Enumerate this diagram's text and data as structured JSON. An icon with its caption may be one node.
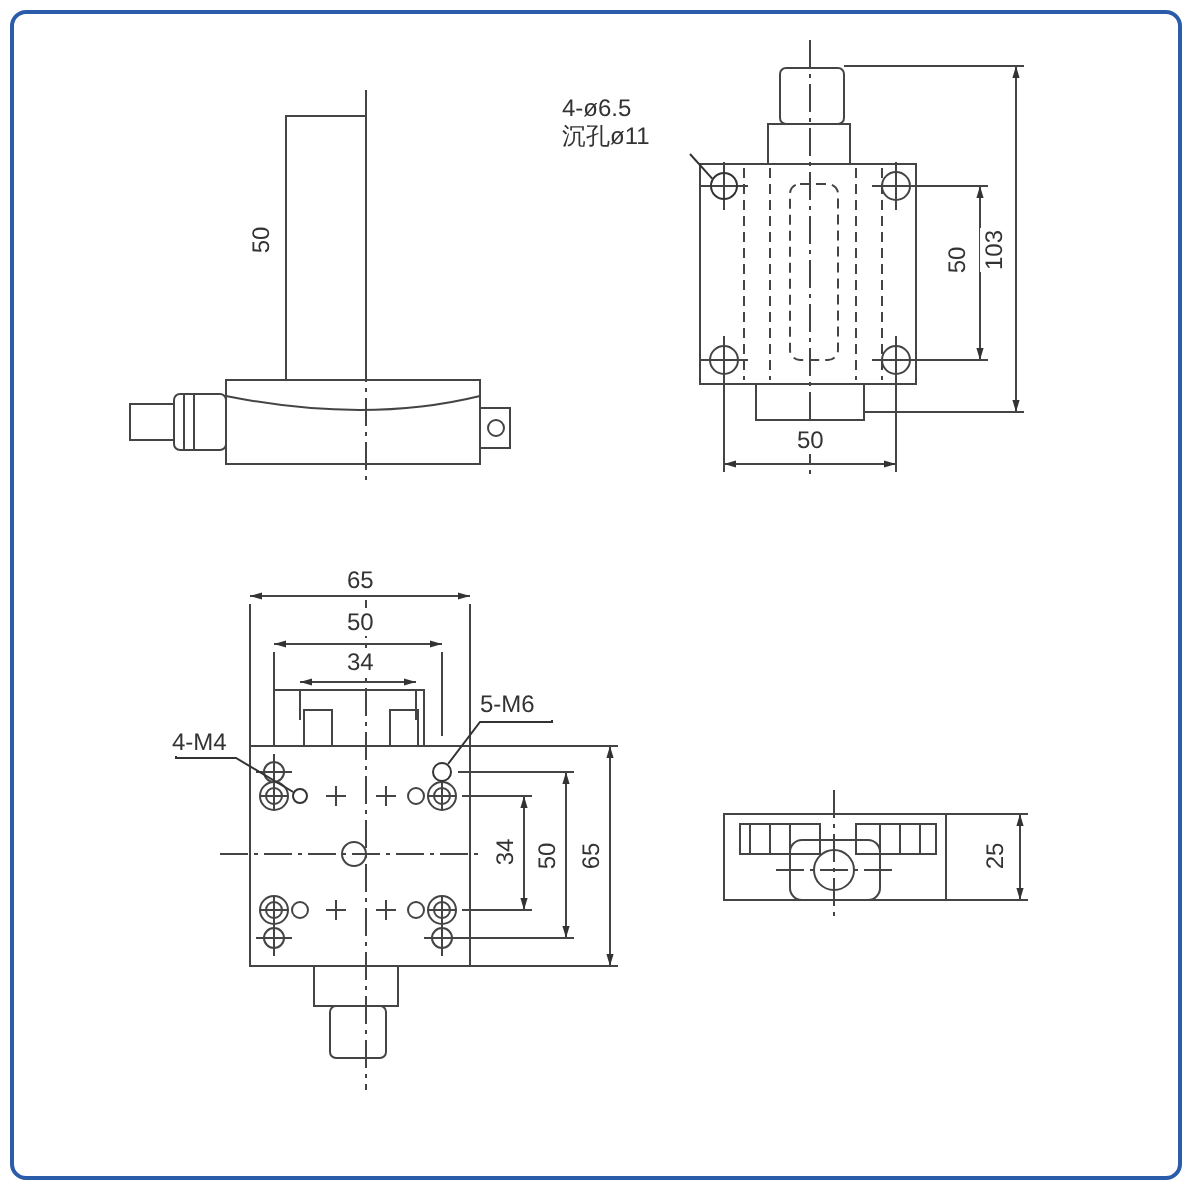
{
  "diagram": {
    "nodes": [
      {
        "text": [
          "4-ø6.5",
          "沉孔ø11"
        ]
      },
      {
        "text": [],
        "shape": "circle"
      },
      {
        "text": [
          "4-M4"
        ]
      },
      {
        "text": [],
        "shape": "circle"
      },
      {
        "text": [
          "5-M6"
        ]
      },
      {
        "text": [],
        "shape": "circle"
      }
    ],
    "edges": [
      {
        "from": 0,
        "to": 1,
        "arrow": "none"
      },
      {
        "from": 2,
        "to": 3,
        "arrow": "none"
      },
      {
        "from": 4,
        "to": 5,
        "arrow": "none"
      }
    ],
    "labels": [
      "50",
      "50",
      "103",
      "50",
      "65",
      "50",
      "34",
      "34",
      "50",
      "65",
      "25"
    ]
  }
}
